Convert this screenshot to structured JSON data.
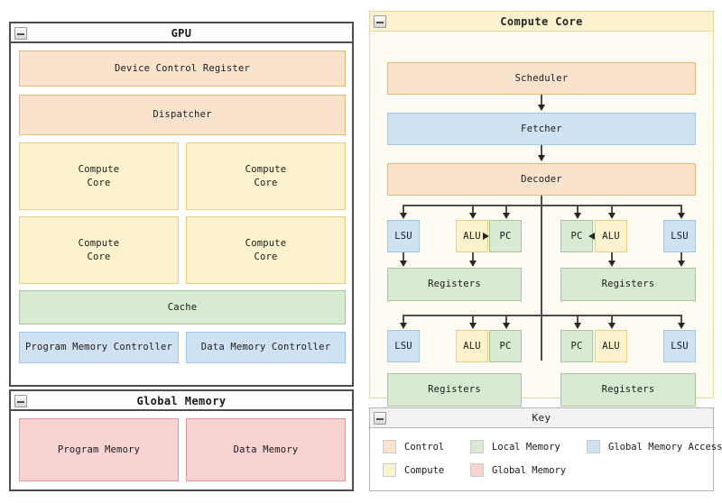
{
  "gpu_panel": {
    "title": "GPU",
    "collapse_icon": "minus-square-icon",
    "device_control_register": "Device Control Register",
    "dispatcher": "Dispatcher",
    "compute_core_1": "Compute\nCore",
    "compute_core_2": "Compute\nCore",
    "compute_core_3": "Compute\nCore",
    "compute_core_4": "Compute\nCore",
    "cache": "Cache",
    "program_memory_controller": "Program Memory Controller",
    "data_memory_controller": "Data Memory Controller"
  },
  "global_memory_panel": {
    "title": "Global Memory",
    "collapse_icon": "minus-square-icon",
    "program_memory": "Program Memory",
    "data_memory": "Data Memory"
  },
  "compute_core_panel": {
    "title": "Compute Core",
    "collapse_icon": "minus-square-icon",
    "scheduler": "Scheduler",
    "fetcher": "Fetcher",
    "decoder": "Decoder",
    "thread_blocks": [
      {
        "units": [
          "LSU",
          "ALU",
          "PC"
        ],
        "registers": "Registers"
      },
      {
        "units": [
          "PC",
          "ALU",
          "LSU"
        ],
        "registers": "Registers"
      },
      {
        "units": [
          "LSU",
          "ALU",
          "PC"
        ],
        "registers": "Registers"
      },
      {
        "units": [
          "PC",
          "ALU",
          "LSU"
        ],
        "registers": "Registers"
      }
    ]
  },
  "key_panel": {
    "title": "Key",
    "collapse_icon": "minus-square-icon",
    "entries": [
      {
        "label": "Control",
        "color": "#fae3cd"
      },
      {
        "label": "Local Memory",
        "color": "#d9ead3"
      },
      {
        "label": "Global Memory Access",
        "color": "#cfe2f3"
      },
      {
        "label": "Compute",
        "color": "#fcf2cd"
      },
      {
        "label": "Global Memory",
        "color": "#f9d2d2"
      }
    ]
  },
  "colors": {
    "control": "#fae3cd",
    "compute": "#fcf2cd",
    "local_memory": "#d9ead3",
    "global_memory": "#f9d2d2",
    "global_memory_access": "#cfe2f3",
    "panel_border": "#4d4d4d",
    "connector": "#4d4d4d"
  }
}
